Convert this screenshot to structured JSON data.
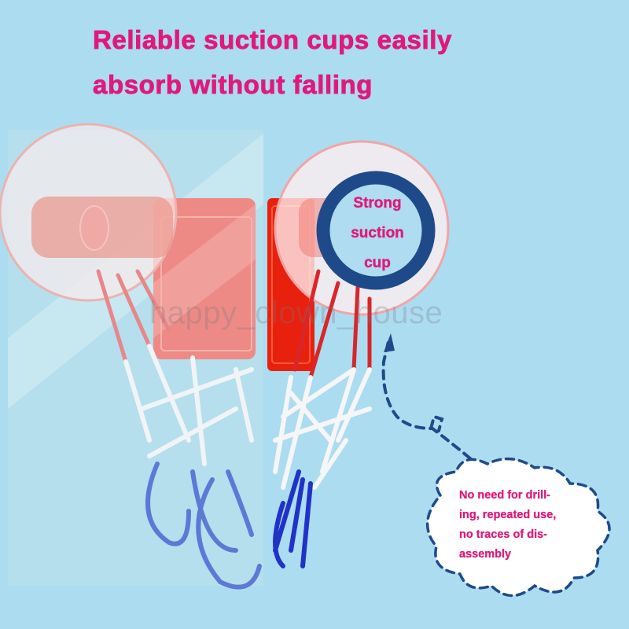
{
  "headline": {
    "line1": "Reliable suction cups easily",
    "line2": "absorb without falling"
  },
  "badge": {
    "line1": "Strong",
    "line2": "suction",
    "line3": "cup"
  },
  "cloud_callout": {
    "line1": "No need for drill-",
    "line2": "ing, repeated use,",
    "line3": "no traces of dis-",
    "line4": "assembly"
  },
  "watermark": "happy_clown_house",
  "colors": {
    "background": "#acdcf0",
    "headline_text": "#e0197a",
    "badge_ring": "#1f4a8a",
    "dashed_lines": "#1f4a8a",
    "backboard_red": "#e8210f",
    "net_blue": "#2a3fc0"
  }
}
